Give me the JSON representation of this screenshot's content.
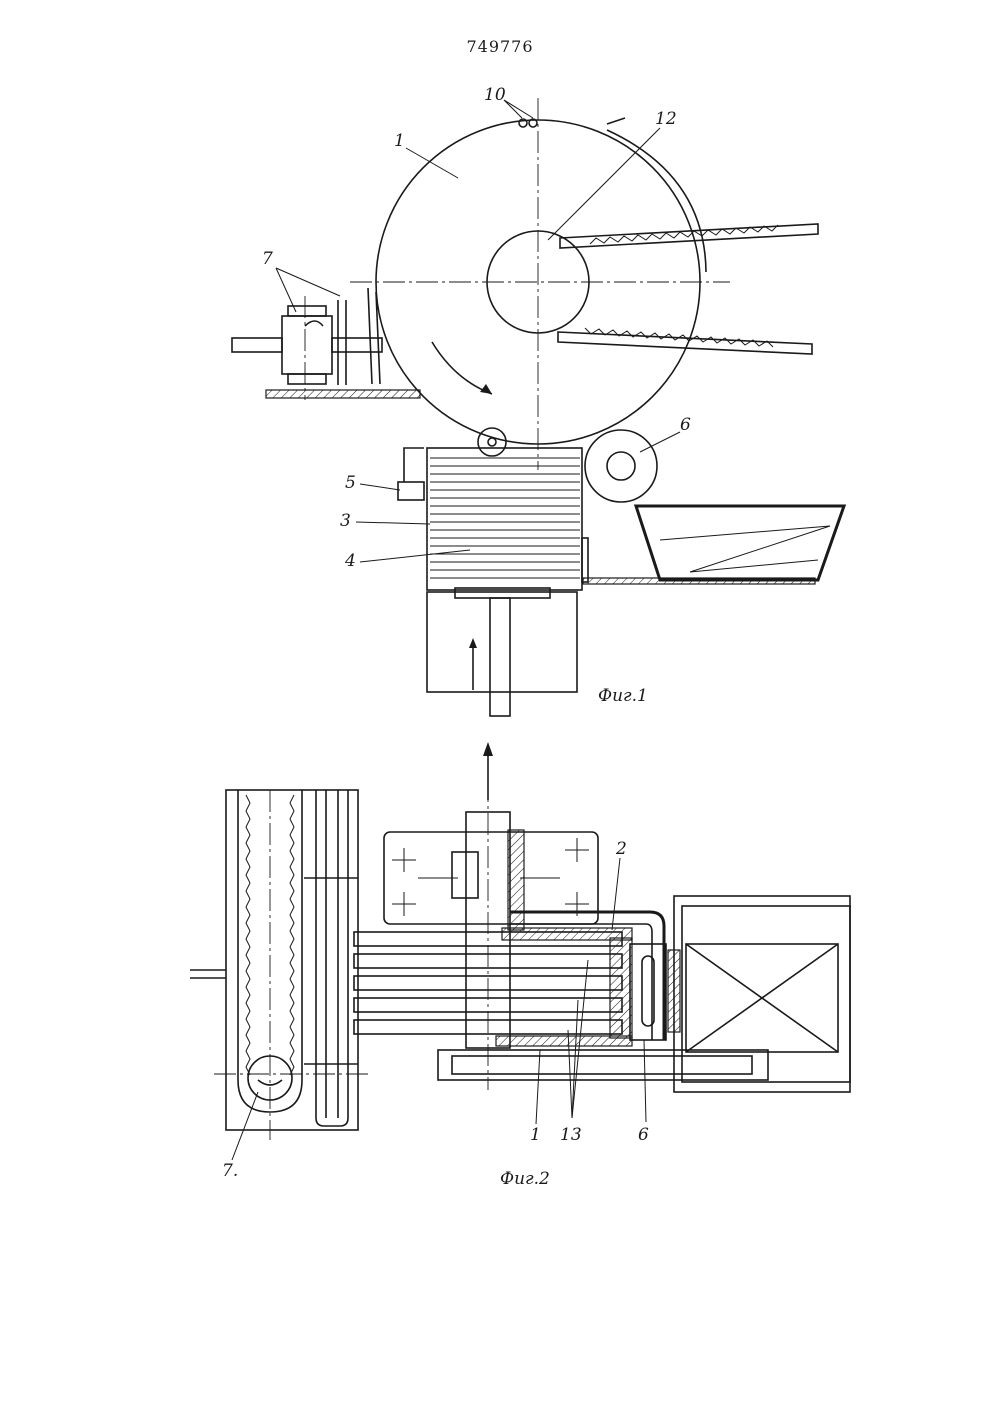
{
  "patent_number": "749776",
  "figures": [
    {
      "caption": "Фиг.1",
      "labels": [
        "10",
        "1",
        "12",
        "7",
        "6",
        "5",
        "3",
        "4"
      ]
    },
    {
      "caption": "Фиг.2",
      "labels": [
        "2",
        "1",
        "13",
        "6",
        "7."
      ]
    }
  ]
}
